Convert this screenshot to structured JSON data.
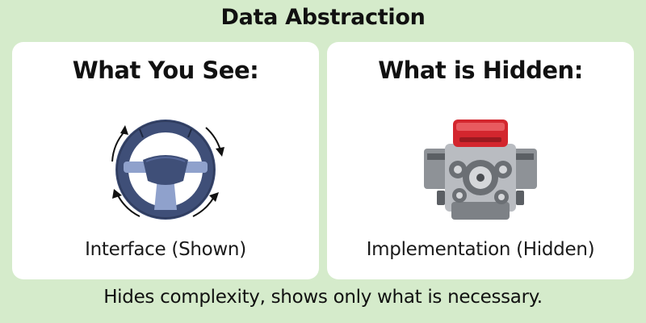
{
  "title": "Data Abstraction",
  "panels": [
    {
      "heading": "What You See:",
      "caption": "Interface (Shown)",
      "icon": "steering-wheel-icon"
    },
    {
      "heading": "What is Hidden:",
      "caption": "Implementation (Hidden)",
      "icon": "engine-icon"
    }
  ],
  "footer": "Hides complexity, shows only what is necessary.",
  "colors": {
    "background": "#d5ebcb",
    "panel": "#ffffff",
    "wheel": "#3f4f78",
    "wheel_spoke": "#8fa1cc",
    "engine_cover": "#d3262e",
    "engine_metal": "#b9bcc1"
  }
}
